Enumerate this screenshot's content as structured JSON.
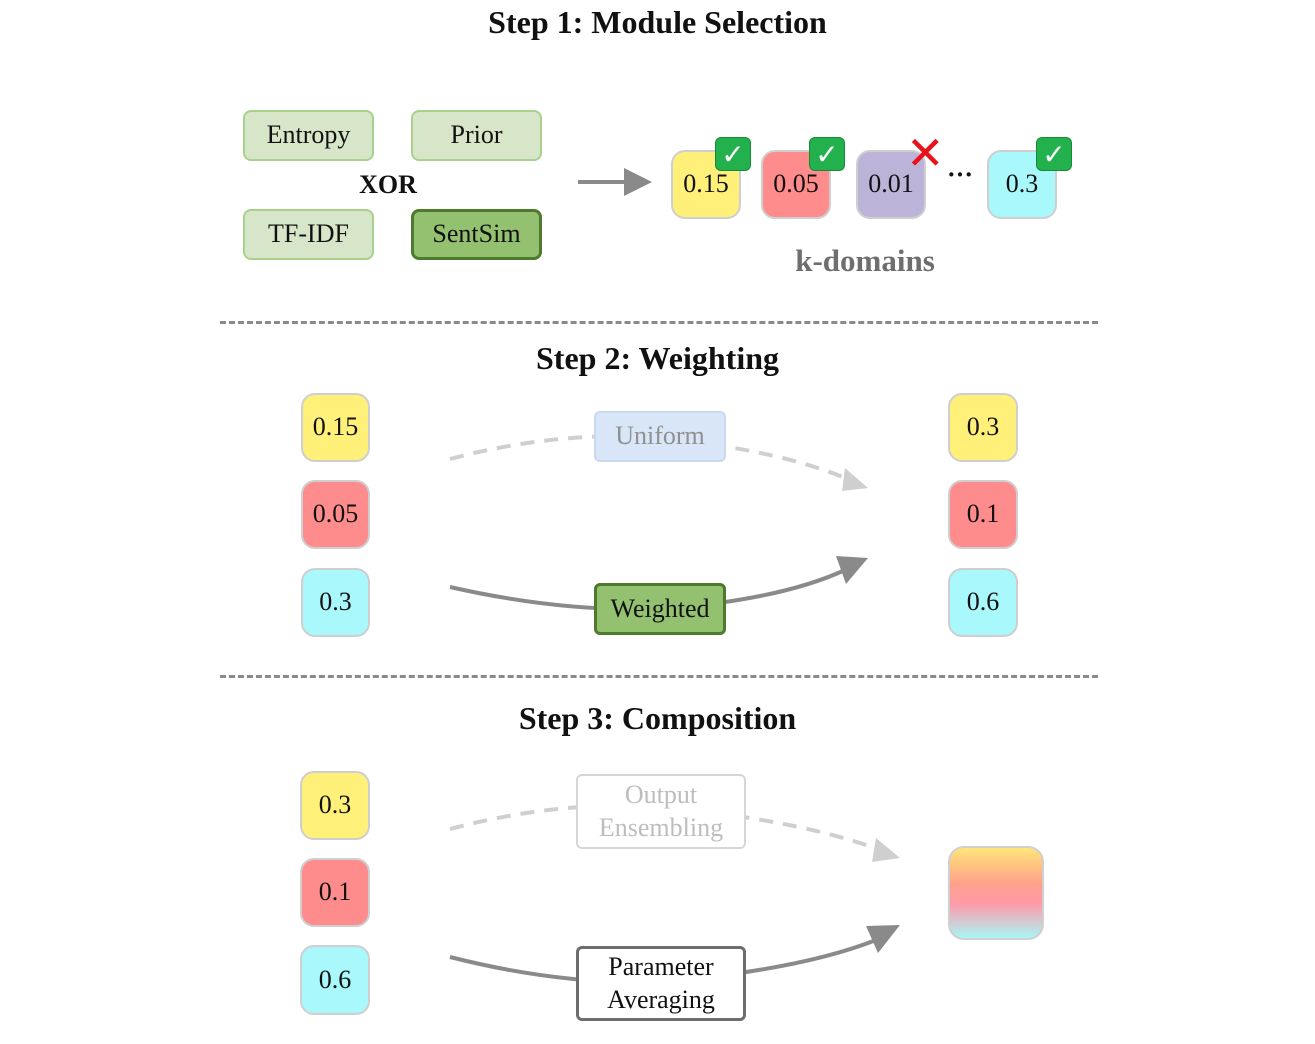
{
  "step1": {
    "title": "Step 1: Module Selection",
    "methods": [
      "Entropy",
      "Prior",
      "TF-IDF",
      "SentSim"
    ],
    "selected_method": "SentSim",
    "operator": "XOR",
    "domains": [
      {
        "value": "0.15",
        "color": "#fff07a",
        "status": "check-icon"
      },
      {
        "value": "0.05",
        "color": "#ff8c8c",
        "status": "check-icon"
      },
      {
        "value": "0.01",
        "color": "#bcb4d8",
        "status": "cross-icon"
      },
      {
        "value": "0.3",
        "color": "#a8f8fc",
        "status": "check-icon"
      }
    ],
    "ellipsis": "···",
    "domains_label": "k-domains",
    "check_glyph": "✓",
    "cross_glyph": "✕"
  },
  "step2": {
    "title": "Step 2: Weighting",
    "inputs": [
      "0.15",
      "0.05",
      "0.3"
    ],
    "outputs": [
      "0.3",
      "0.1",
      "0.6"
    ],
    "uniform_label": "Uniform",
    "weighted_label": "Weighted"
  },
  "step3": {
    "title": "Step 3: Composition",
    "inputs": [
      "0.3",
      "0.1",
      "0.6"
    ],
    "ensembling_line1": "Output",
    "ensembling_line2": "Ensembling",
    "averaging_line1": "Parameter",
    "averaging_line2": "Averaging"
  },
  "colors": {
    "yellow": "#fff07a",
    "red": "#ff8c8c",
    "purple": "#bcb4d8",
    "cyan": "#a8f8fc",
    "selected_green": "#93c170",
    "check_green": "#22b14c",
    "cross_red": "#e8121b"
  }
}
